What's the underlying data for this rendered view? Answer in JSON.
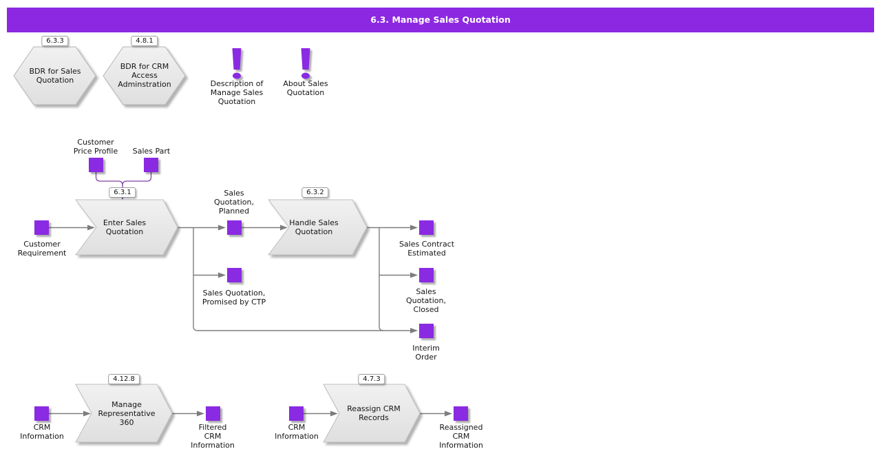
{
  "title": "6.3. Manage Sales Quotation",
  "colors": {
    "header_bar": "#8C28E1",
    "artifact_purple": "#8A2BE2",
    "shape_fill_gray": "#e9e9e9",
    "flow_line_gray": "#7d7d7d",
    "input_connector_purple": "#8040A5"
  },
  "reference_processes": {
    "bdr_sales": {
      "badge": "6.3.3",
      "label": "BDR for Sales\nQuotation"
    },
    "bdr_crm": {
      "badge": "4.8.1",
      "label": "BDR for CRM\nAccess\nAdminstration"
    }
  },
  "info_notes": {
    "description": {
      "label": "Description of\nManage Sales\nQuotation"
    },
    "about": {
      "label": "About Sales\nQuotation"
    }
  },
  "processes": {
    "enter": {
      "badge": "6.3.1",
      "label": "Enter Sales\nQuotation"
    },
    "handle": {
      "badge": "6.3.2",
      "label": "Handle Sales\nQuotation"
    },
    "manage_rep": {
      "badge": "4.12.8",
      "label": "Manage\nRepresentative\n360"
    },
    "reassign": {
      "badge": "4.7.3",
      "label": "Reassign CRM\nRecords"
    }
  },
  "artifacts": {
    "customer_price_profile": {
      "label": "Customer\nPrice Profile"
    },
    "sales_part": {
      "label": "Sales Part"
    },
    "customer_requirement": {
      "label": "Customer\nRequirement"
    },
    "sq_planned": {
      "label": "Sales\nQuotation,\nPlanned"
    },
    "sq_promised": {
      "label": "Sales Quotation,\nPromised by CTP"
    },
    "sales_contract_estimated": {
      "label": "Sales Contract\nEstimated"
    },
    "sq_closed": {
      "label": "Sales\nQuotation,\nClosed"
    },
    "interim_order": {
      "label": "Interim\nOrder"
    },
    "crm_info_left": {
      "label": "CRM\nInformation"
    },
    "filtered_crm": {
      "label": "Filtered\nCRM\nInformation"
    },
    "crm_info_right": {
      "label": "CRM\nInformation"
    },
    "reassigned_crm": {
      "label": "Reassigned\nCRM\nInformation"
    }
  }
}
